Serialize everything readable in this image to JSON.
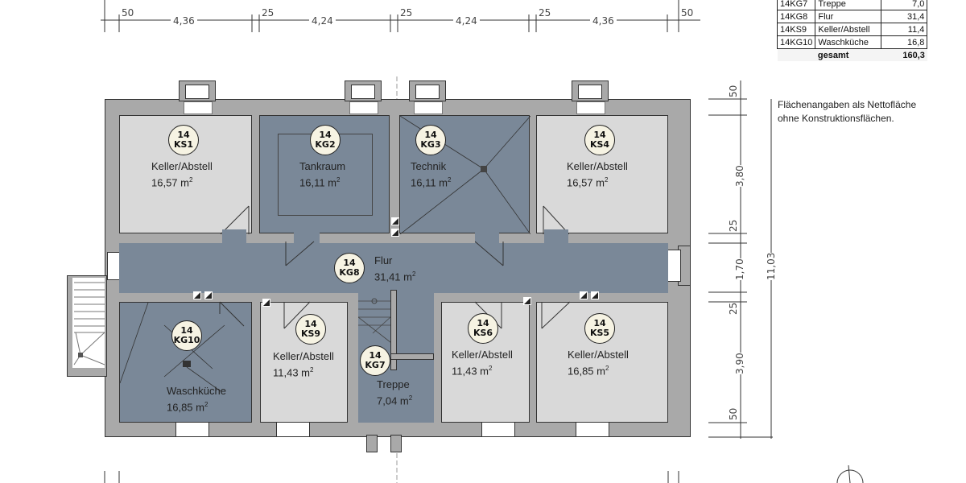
{
  "dimensions": {
    "top": [
      {
        "label": "50"
      },
      {
        "label": "4,36"
      },
      {
        "label": "25"
      },
      {
        "label": "4,24"
      },
      {
        "label": "25"
      },
      {
        "label": "4,24"
      },
      {
        "label": "25"
      },
      {
        "label": "4,36"
      },
      {
        "label": "50"
      }
    ],
    "right": [
      {
        "label": "50"
      },
      {
        "label": "3,80"
      },
      {
        "label": "25"
      },
      {
        "label": "1,70"
      },
      {
        "label": "25"
      },
      {
        "label": "3,90"
      },
      {
        "label": "50"
      }
    ],
    "right_total": "11,03"
  },
  "rooms": [
    {
      "floor": "14",
      "code": "KS1",
      "name": "Keller/Abstell",
      "area": "16,57 m",
      "type": "light"
    },
    {
      "floor": "14",
      "code": "KG2",
      "name": "Tankraum",
      "area": "16,11 m",
      "type": "dark"
    },
    {
      "floor": "14",
      "code": "KG3",
      "name": "Technik",
      "area": "16,11 m",
      "type": "dark"
    },
    {
      "floor": "14",
      "code": "KS4",
      "name": "Keller/Abstell",
      "area": "16,57 m",
      "type": "light"
    },
    {
      "floor": "14",
      "code": "KG8",
      "name": "Flur",
      "area": "31,41 m",
      "type": "dark"
    },
    {
      "floor": "14",
      "code": "KG10",
      "name": "Waschküche",
      "area": "16,85 m",
      "type": "dark"
    },
    {
      "floor": "14",
      "code": "KS9",
      "name": "Keller/Abstell",
      "area": "11,43 m",
      "type": "light"
    },
    {
      "floor": "14",
      "code": "KG7",
      "name": "Treppe",
      "area": "7,04 m",
      "type": "dark"
    },
    {
      "floor": "14",
      "code": "KS6",
      "name": "Keller/Abstell",
      "area": "11,43 m",
      "type": "light"
    },
    {
      "floor": "14",
      "code": "KS5",
      "name": "Keller/Abstell",
      "area": "16,85 m",
      "type": "light"
    }
  ],
  "unit_sup": "2",
  "area_table": {
    "rows": [
      {
        "code": "14KG7",
        "name": "Treppe",
        "value": "7,0"
      },
      {
        "code": "14KG8",
        "name": "Flur",
        "value": "31,4"
      },
      {
        "code": "14KS9",
        "name": "Keller/Abstell",
        "value": "11,4"
      },
      {
        "code": "14KG10",
        "name": "Waschküche",
        "value": "16,8"
      }
    ],
    "total_label": "gesamt",
    "total_value": "160,3"
  },
  "note": {
    "line1": "Flächenangaben als Nettofläche",
    "line2": "ohne Konstruktionsflächen."
  },
  "colors": {
    "storage_room": "#d9d9d9",
    "common_room": "#7a8898",
    "wall": "#a9a9a9",
    "badge": "#f6f3e3"
  }
}
